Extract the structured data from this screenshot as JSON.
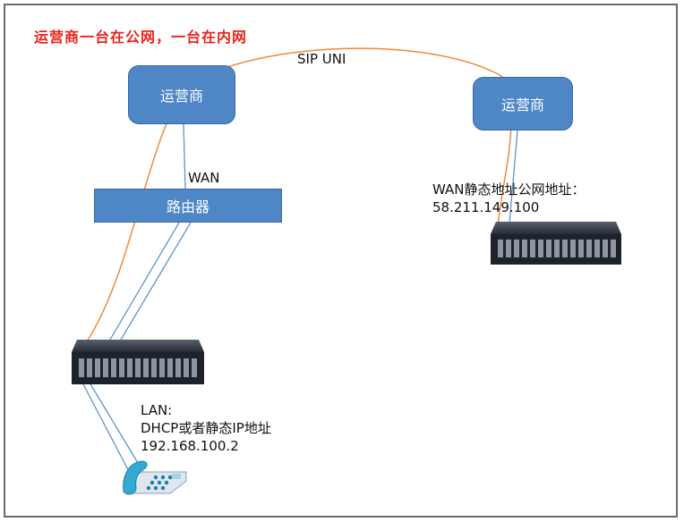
{
  "title": "运营商一台在公网，一台在内网",
  "nodes": {
    "carrier_left": "运营商",
    "carrier_right": "运营商",
    "router": "路由器"
  },
  "labels": {
    "sip_uni": "SIP UNI",
    "wan": "WAN",
    "wan_static_line1": "WAN静态地址公网地址：",
    "wan_static_line2": "58.211.149.100",
    "lan_line1": "LAN:",
    "lan_line2": "DHCP或者静态IP地址",
    "lan_line3": "192.168.100.2"
  },
  "colors": {
    "title": "#e8241c",
    "box_fill": "#4e86c6",
    "sip_line": "#ef8a3c",
    "link_line": "#5f92c9"
  },
  "icons": [
    "gateway-device-icon",
    "gateway-device-icon",
    "phone-icon"
  ]
}
